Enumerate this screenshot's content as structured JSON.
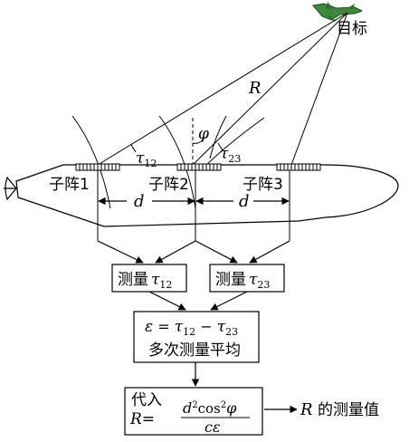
{
  "target": {
    "label": "目标"
  },
  "range_label": "R",
  "angle_label": "φ",
  "delays": {
    "tau12": {
      "sym": "τ",
      "sub": "12"
    },
    "tau23": {
      "sym": "τ",
      "sub": "23"
    }
  },
  "subarrays": [
    {
      "label": "子阵1"
    },
    {
      "label": "子阵2"
    },
    {
      "label": "子阵3"
    }
  ],
  "spacing_label": "d",
  "boxes": {
    "measure12": {
      "prefix": "测量",
      "sym": "τ",
      "sub": "12"
    },
    "measure23": {
      "prefix": "测量",
      "sym": "τ",
      "sub": "23"
    },
    "epsilon": {
      "line1": {
        "eps": "ε",
        "eq": " = ",
        "t1": "τ",
        "s1": "12",
        "minus": " − ",
        "t2": "τ",
        "s2": "23"
      },
      "line2": "多次测量平均"
    },
    "formula": {
      "line1": "代入",
      "lhs": "R=",
      "num_d": "d",
      "num_pow": "2",
      "num_cos": "cos",
      "num_pow2": "2",
      "num_phi": "φ",
      "den": "cε"
    }
  },
  "output": {
    "sym": "R",
    "text": " 的测量值"
  }
}
